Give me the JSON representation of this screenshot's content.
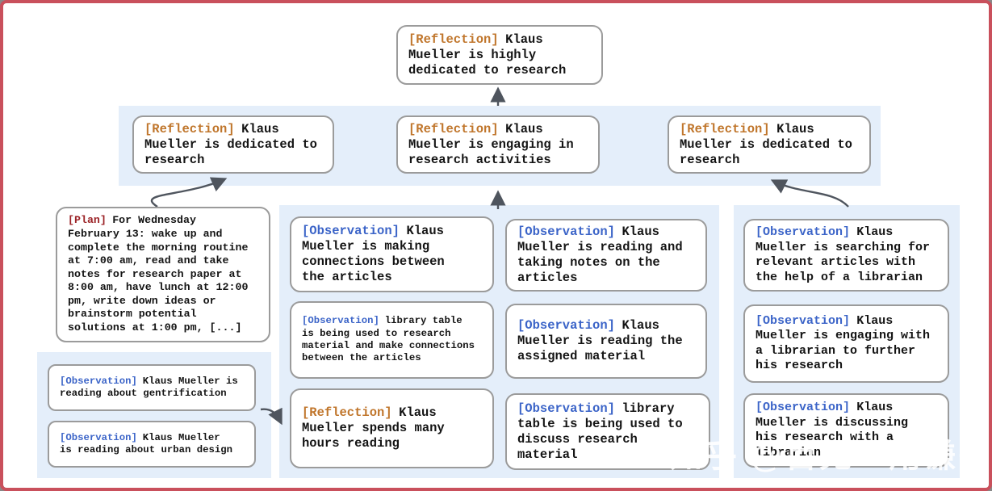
{
  "colors": {
    "reflection_tag": "#c0762c",
    "observation_tag": "#3b64c8",
    "plan_tag": "#9b2226",
    "panel_bg": "#e4eefa",
    "frame_red": "#c9505c",
    "box_border": "#9b9b9b",
    "arrow": "#4f555e"
  },
  "figure": {
    "nodes": {
      "top_reflection": {
        "tag": "[Reflection]",
        "text": "Klaus\nMueller is highly\ndedicated to research"
      },
      "r2_left": {
        "tag": "[Reflection]",
        "text": "Klaus\nMueller is dedicated to\nresearch"
      },
      "r2_mid": {
        "tag": "[Reflection]",
        "text": "Klaus\nMueller is engaging in\nresearch activities"
      },
      "r2_right": {
        "tag": "[Reflection]",
        "text": "Klaus\nMueller is dedicated to\nresearch"
      },
      "plan": {
        "tag": "[Plan]",
        "text": "For Wednesday\nFebruary 13: wake up and\ncomplete the morning routine\nat 7:00 am, read and take\nnotes for research paper at\n8:00 am, have lunch at 12:00\npm, write down ideas or\nbrainstorm potential\nsolutions at 1:00 pm, [...]"
      },
      "obs_gentrification": {
        "tag": "[Observation]",
        "text": "Klaus Mueller is\nreading about gentrification"
      },
      "obs_urban_design": {
        "tag": "[Observation]",
        "text": "Klaus Mueller\nis reading about urban design"
      },
      "mid_connections": {
        "tag": "[Observation]",
        "text": "Klaus\nMueller is making\nconnections between\nthe articles"
      },
      "mid_library_research": {
        "tag": "[Observation]",
        "text": "library table\nis being used to research\nmaterial and make connections\nbetween the articles"
      },
      "mid_reflection_hours": {
        "tag": "[Reflection]",
        "text": "Klaus\nMueller spends many\nhours reading"
      },
      "mid_reading_notes": {
        "tag": "[Observation]",
        "text": "Klaus\nMueller is reading and\ntaking notes on the\narticles"
      },
      "mid_assigned_material": {
        "tag": "[Observation]",
        "text": "Klaus\nMueller is reading the\nassigned material"
      },
      "mid_library_discuss": {
        "tag": "[Observation]",
        "text": "library\ntable is being used to\ndiscuss research material"
      },
      "right_searching": {
        "tag": "[Observation]",
        "text": "Klaus\nMueller is searching for\nrelevant articles with\nthe help of a librarian"
      },
      "right_engaging": {
        "tag": "[Observation]",
        "text": "Klaus\nMueller is engaging with\na librarian to further\nhis research"
      },
      "right_discussing": {
        "tag": "[Observation]",
        "text": "Klaus\nMueller is discussing\nhis research with a\nlibrarian"
      }
    },
    "watermark": "知乎 @百无一用谦书生"
  }
}
